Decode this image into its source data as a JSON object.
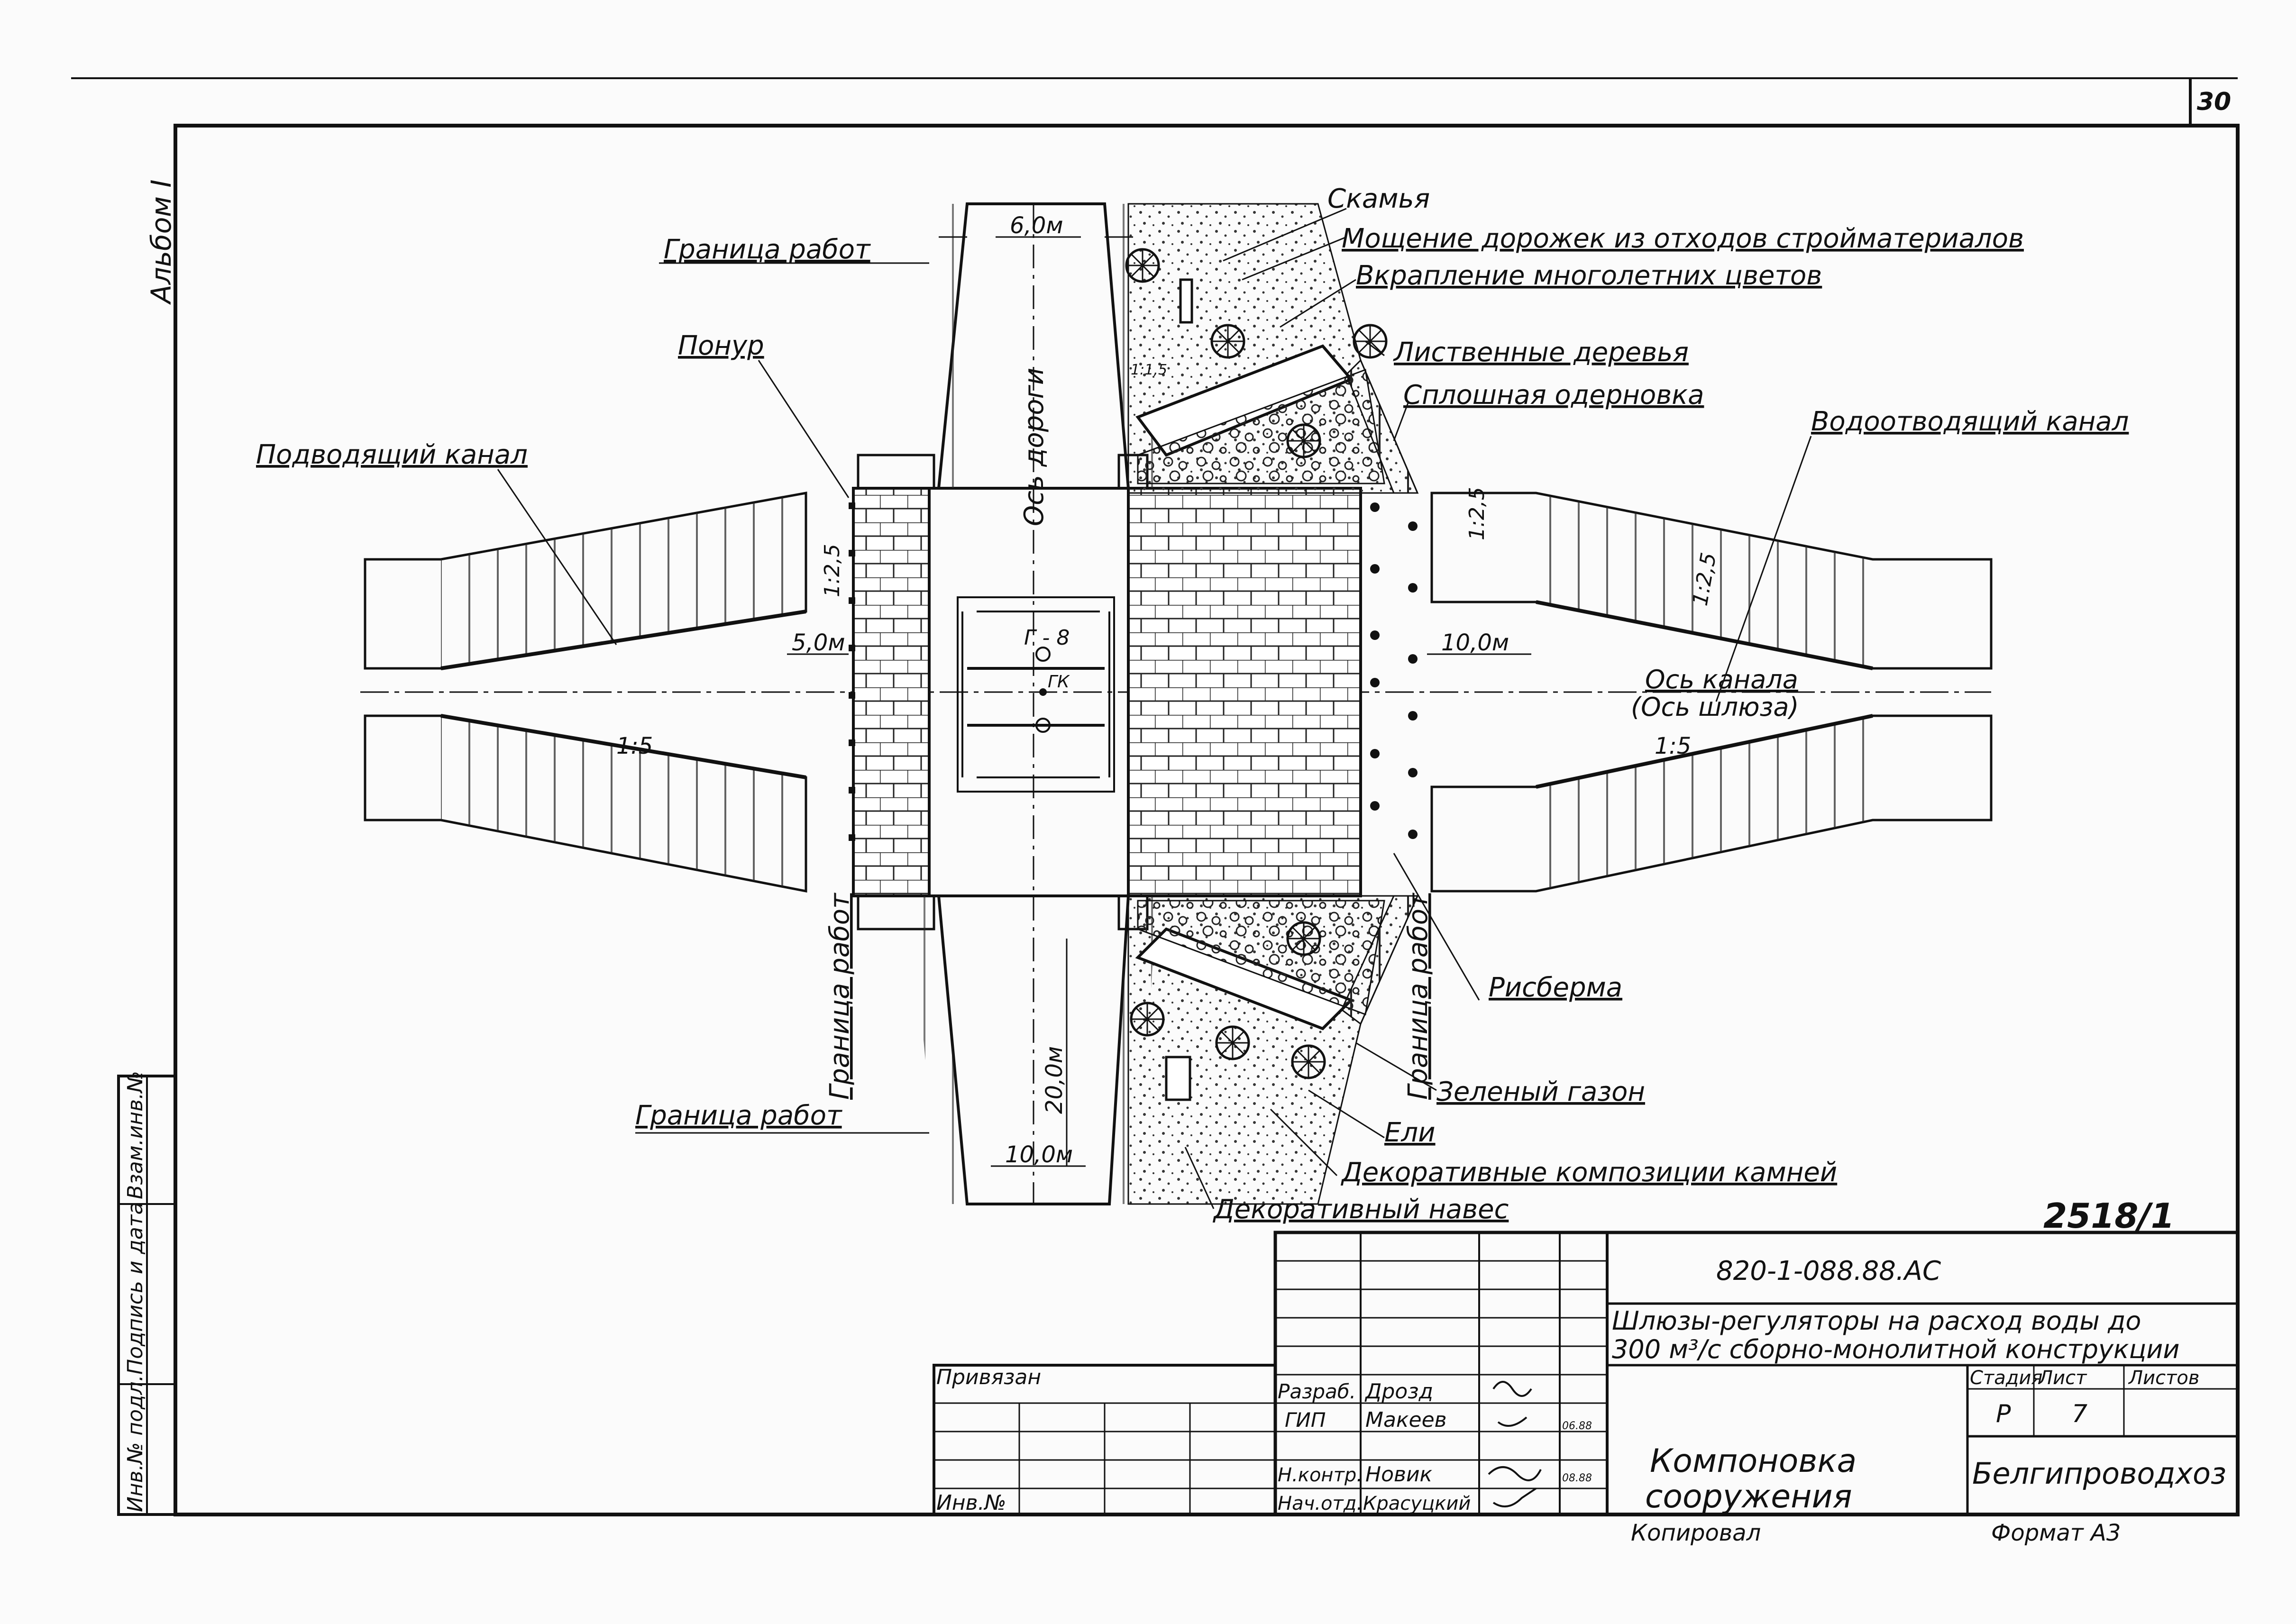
{
  "sheet_number": "30",
  "album": "Альбом I",
  "labels": {
    "bench": "Скамья",
    "paving": "Мощение дорожек из отходов стройматериалов",
    "flowers": "Вкрапление многолетних цветов",
    "deciduous": "Лиственные деревья",
    "sod": "Сплошная одерновка",
    "work_boundary_top": "Граница работ",
    "ponur": "Понур",
    "inlet_canal": "Подводящий канал",
    "outlet_canal": "Водоотводящий канал",
    "canal_axis": "Ось канала",
    "lock_axis": "(Ось шлюза)",
    "road_axis": "Ось дороги",
    "riverbed": "Рисберма",
    "work_boundary_left": "Граница работ",
    "work_boundary_right": "Граница работ",
    "green_lawn": "Зеленый газон",
    "spruces": "Ели",
    "stones": "Декоративные композиции камней",
    "canopy": "Декоративный навес",
    "work_boundary_bottom": "Граница работ",
    "gate": "Г - 8",
    "gk": "ГК"
  },
  "dimensions": {
    "road_top": "6,0м",
    "road_bottom": "10,0м",
    "road_length": "20,0м",
    "left_width": "5,0м",
    "right_width": "10,0м",
    "slope_left": "1:2,5",
    "slope_right": "1:2,5",
    "slope_outlet": "1:2,5",
    "slope_road": "1:1,5",
    "bottom_slope_left": "1:5",
    "bottom_slope_right": "1:5"
  },
  "title_block": {
    "doc_code": "2518/1",
    "project_code": "820-1-088.88.АС",
    "project_title_line1": "Шлюзы-регуляторы на расход воды до",
    "project_title_line2": "300 м³/с сборно-монолитной конструкции",
    "bound": "Привязан",
    "inv_no": "Инв.№",
    "stage_header": "Стадия",
    "sheet_header": "Лист",
    "sheets_header": "Листов",
    "stage": "Р",
    "sheet": "7",
    "sheets": "",
    "rows": [
      {
        "role": "Разраб.",
        "name": "Дрозд",
        "date": ""
      },
      {
        "role": "ГИП",
        "name": "Макеев",
        "date": "06.88"
      },
      {
        "role": "Н.контр.",
        "name": "Новик",
        "date": "08.88"
      },
      {
        "role": "Нач.отд.",
        "name": "Красуцкий",
        "date": ""
      }
    ],
    "drawing_title_line1": "Компоновка",
    "drawing_title_line2": "сооружения",
    "organization": "Белгипроводхоз",
    "copied": "Копировал",
    "format": "Формат А3"
  },
  "side_stamp": {
    "col1": "Инв.№ подл.",
    "col2": "Подпись и дата",
    "col3": "Взам.инв.№"
  }
}
